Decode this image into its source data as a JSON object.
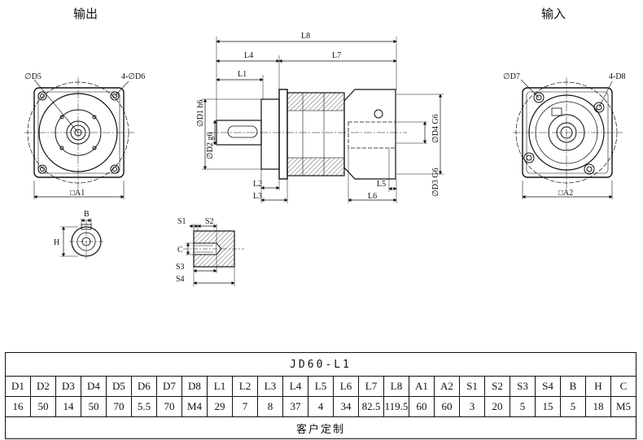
{
  "views": {
    "output_title": "输出",
    "input_title": "输入"
  },
  "dimension_labels": {
    "D5": "∅D5",
    "D6": "4-∅D6",
    "A1": "□A1",
    "L8": "L8",
    "L4": "L4",
    "L7": "L7",
    "L1": "L1",
    "D1": "∅D1 h6",
    "D2": "∅D2 g6",
    "L2": "L2",
    "L3": "L3",
    "L5": "L5",
    "L6": "L6",
    "D3": "∅D3 G6",
    "D4": "∅D4 G6",
    "D7": "∅D7",
    "D8": "4-D8",
    "A2": "□A2",
    "B": "B",
    "H": "H",
    "S1": "S1",
    "S2": "S2",
    "C": "C",
    "S3": "S3",
    "S4": "S4"
  },
  "spec_table": {
    "model": "JD60-L1",
    "headers": [
      "D1",
      "D2",
      "D3",
      "D4",
      "D5",
      "D6",
      "D7",
      "D8",
      "L1",
      "L2",
      "L3",
      "L4",
      "L5",
      "L6",
      "L7",
      "L8",
      "A1",
      "A2",
      "S1",
      "S2",
      "S3",
      "S4",
      "B",
      "H",
      "C"
    ],
    "values": [
      "16",
      "50",
      "14",
      "50",
      "70",
      "5.5",
      "70",
      "M4",
      "29",
      "7",
      "8",
      "37",
      "4",
      "34",
      "82.5",
      "119.5",
      "60",
      "60",
      "3",
      "20",
      "5",
      "15",
      "5",
      "18",
      "M5"
    ],
    "footer": "客户定制"
  }
}
